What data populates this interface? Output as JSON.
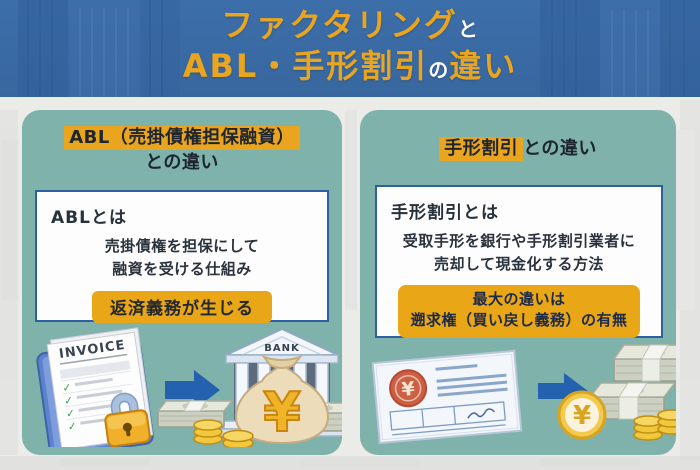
{
  "header": {
    "title_line1_main": "ファクタリング",
    "title_line1_particle": "と",
    "title_line2_main": "ABL・手形割引",
    "title_line2_particle": "の",
    "title_line2_tail": "違い"
  },
  "left_panel": {
    "title_highlight": "ABL（売掛債権担保融資）",
    "title_line2": "との違い",
    "box_heading": "ABLとは",
    "desc_line1": "売掛債権を担保にして",
    "desc_line2": "融資を受ける仕組み",
    "badge": "返済義務が生じる",
    "illustration": {
      "invoice_label": "INVOICE",
      "bank_label": "BANK",
      "bag_yen_symbol": "¥"
    }
  },
  "right_panel": {
    "title_highlight": "手形割引",
    "title_rest": "との違い",
    "box_heading": "手形割引とは",
    "desc_line1": "受取手形を銀行や手形割引業者に",
    "desc_line2": "売却して現金化する方法",
    "badge_line1": "最大の違いは",
    "badge_line2": "遡求権（買い戻し義務）の有無",
    "illustration": {
      "stamp_yen_symbol": "¥",
      "coin_yen_symbol": "¥"
    }
  },
  "colors": {
    "header_bg": "#3a6ba6",
    "accent_gold": "#e9a51f",
    "panel_teal": "#7fb2ab",
    "box_border_blue": "#2e5fa3",
    "arrow_blue": "#2462af",
    "badge_text_navy": "#1b2a4a"
  }
}
